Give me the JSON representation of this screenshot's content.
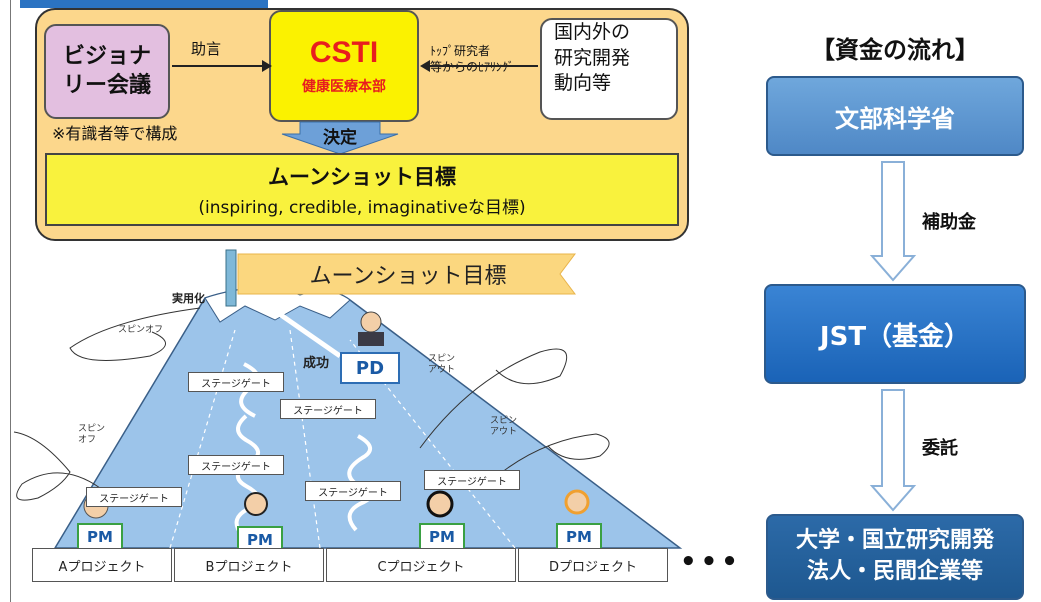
{
  "top": {
    "vision_line1": "ビジョナ",
    "vision_line2": "リー会議",
    "vision_note": "※有識者等で構成",
    "advice": "助言",
    "csti_title": "CSTI",
    "csti_sub": "健康医療本部",
    "hearing_line1": "ﾄｯﾌﾟ研究者",
    "hearing_line2": "等からのﾋｱﾘﾝｸﾞ",
    "trend_line1": "国内外の",
    "trend_line2": "研究開発",
    "trend_line3": "動向等",
    "decision": "決定",
    "goal_title": "ムーンショット目標",
    "goal_sub": "(inspiring, credible, imaginativeな目標)"
  },
  "mountain": {
    "flag": "ムーンショット目標",
    "peak": "実用化",
    "success": "成功",
    "pd": "PD",
    "stage_gate": "ステージゲート",
    "spin_off": "スピンオフ",
    "spin_off_v1": "スピン",
    "spin_off_v2": "オフ",
    "spin_out_1": "スピン",
    "spin_out_2": "アウト",
    "pm": "PM",
    "projects": [
      "Aプロジェクト",
      "Bプロジェクト",
      "Cプロジェクト",
      "Dプロジェクト"
    ],
    "ellipsis": "•••"
  },
  "flow": {
    "title": "【資金の流れ】",
    "mext": "文部科学省",
    "subsidy": "補助金",
    "jst": "JST（基金）",
    "consign": "委託",
    "univ_line1": "大学・国立研究開発",
    "univ_line2": "法人・民間企業等"
  },
  "colors": {
    "panel": "#fcd78c",
    "vision": "#e3bfe0",
    "csti_box": "#fbf200",
    "csti_text": "#e81e1e",
    "mountain": "#9cc4ea",
    "jst": "#1a63b7"
  }
}
